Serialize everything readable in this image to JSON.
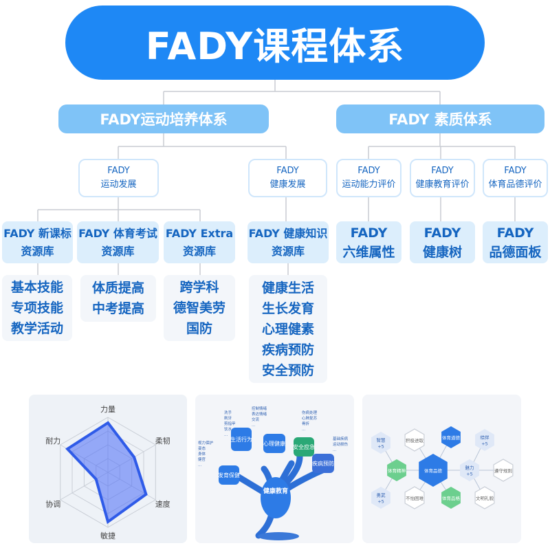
{
  "title": "FADY课程体系",
  "systems": {
    "sport": "FADY运动培养体系",
    "quality": "FADY 素质体系"
  },
  "sub_nodes": {
    "sport_dev": {
      "line1": "FADY",
      "line2": "运动发展"
    },
    "health_dev": {
      "line1": "FADY",
      "line2": "健康发展"
    },
    "ability_eval": {
      "line1": "FADY",
      "line2": "运动能力评价"
    },
    "health_edu_eval": {
      "line1": "FADY",
      "line2": "健康教育评价"
    },
    "moral_eval": {
      "line1": "FADY",
      "line2": "体育品德评价"
    }
  },
  "resources": {
    "new_standard": {
      "line1": "FADY 新课标",
      "line2": "资源库"
    },
    "pe_exam": {
      "line1": "FADY 体育考试",
      "line2": "资源库"
    },
    "extra": {
      "line1": "FADY Extra",
      "line2": "资源库"
    },
    "health_knowledge": {
      "line1": "FADY 健康知识",
      "line2": "资源库"
    },
    "six_dim": {
      "line1": "FADY",
      "line2": "六维属性"
    },
    "health_tree": {
      "line1": "FADY",
      "line2": "健康树"
    },
    "moral_board": {
      "line1": "FADY",
      "line2": "品德面板"
    }
  },
  "items": {
    "new_standard": [
      "基本技能",
      "专项技能",
      "教学活动"
    ],
    "pe_exam": [
      "体质提高",
      "中考提高"
    ],
    "extra": [
      "跨学科",
      "德智美劳",
      "国防"
    ],
    "health_knowledge": [
      "健康生活",
      "生长发育",
      "心理健素",
      "疾病预防",
      "安全预防"
    ]
  },
  "radar": {
    "axes": [
      "力量",
      "柔韧",
      "速度",
      "敏捷",
      "协调",
      "耐力"
    ],
    "values": [
      0.9,
      0.55,
      0.8,
      0.9,
      0.25,
      0.85
    ],
    "fill": "#4a6cf7"
  },
  "tree": {
    "trunk": "健康教育",
    "nodes": [
      {
        "label": "生活行为",
        "color": "#2d7be6"
      },
      {
        "label": "心理健康",
        "color": "#2d7be6"
      },
      {
        "label": "安全应急",
        "color": "#2aa876"
      },
      {
        "label": "疾病预防",
        "color": "#3b6fd8"
      },
      {
        "label": "发育保健",
        "color": "#2d7be6"
      }
    ],
    "notes": {
      "a": [
        "洗手",
        "刷牙",
        "剪指甲",
        "饮水",
        "..."
      ],
      "b": [
        "控制情绪",
        "表达情绪",
        "交流",
        "..."
      ],
      "c": [
        "伤病处理",
        "心肺复苏",
        "骨折",
        "..."
      ],
      "d": [
        "基础疾病",
        "运动损伤",
        "..."
      ],
      "e": [
        "视力保护",
        "姿态",
        "身体",
        "健官",
        "..."
      ]
    }
  },
  "moral": {
    "hexes": [
      {
        "label": "智慧\n+5",
        "style": "plain"
      },
      {
        "label": "积极进取",
        "style": "outline"
      },
      {
        "label": "体育道德",
        "style": "blue"
      },
      {
        "label": "结伴\n+5",
        "style": "plain"
      },
      {
        "label": "体育精神",
        "style": "green"
      },
      {
        "label": "体育品德",
        "style": "blue-big"
      },
      {
        "label": "魅力\n+5",
        "style": "plain"
      },
      {
        "label": "遵守规则",
        "style": "outline"
      },
      {
        "label": "勇武\n+5",
        "style": "plain"
      },
      {
        "label": "不怕困难",
        "style": "outline"
      },
      {
        "label": "体育品格",
        "style": "green"
      },
      {
        "label": "文明礼貌",
        "style": "outline"
      }
    ],
    "colors": {
      "blue": "#2d7be6",
      "green": "#6ccf8e",
      "outline": "#c9ced6",
      "plain": "#dfe8f7"
    }
  }
}
